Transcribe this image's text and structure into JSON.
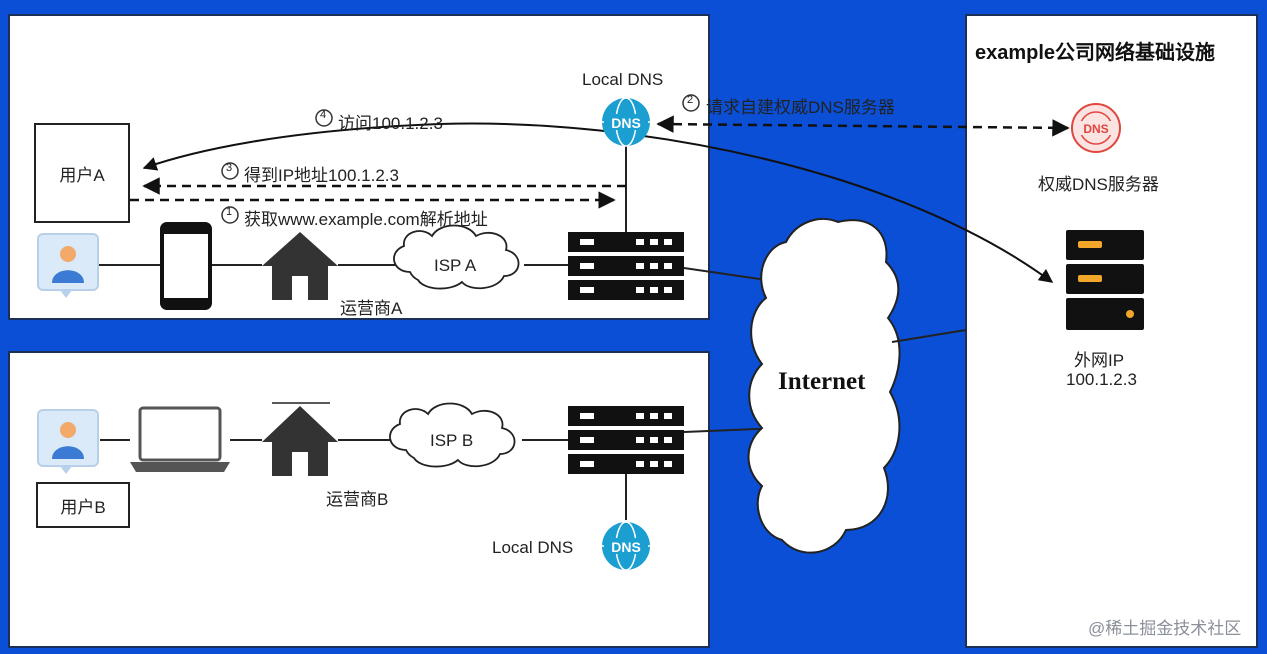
{
  "company": {
    "title": "example公司网络基础设施"
  },
  "authoritative_dns": {
    "label": "权威DNS服务器",
    "icon_text": "DNS"
  },
  "web_server": {
    "label_line1": "外网IP",
    "label_line2": "100.1.2.3"
  },
  "internet": {
    "label": "Internet"
  },
  "user_a": {
    "box_label": "用户A",
    "isp_label": "运营商A",
    "cloud_label": "ISP A",
    "local_dns_label": "Local DNS",
    "local_dns_icon_text": "DNS"
  },
  "user_b": {
    "box_label": "用户B",
    "isp_label": "运营商B",
    "cloud_label": "ISP B",
    "local_dns_label": "Local DNS",
    "local_dns_icon_text": "DNS"
  },
  "steps": {
    "step1": {
      "num": "1",
      "text": "获取www.example.com解析地址"
    },
    "step2": {
      "num": "2",
      "text": "请求自建权威DNS服务器"
    },
    "step3": {
      "num": "3",
      "text": "得到IP地址100.1.2.3"
    },
    "step4": {
      "num": "4",
      "text": "访问100.1.2.3"
    }
  },
  "watermark": "@稀土掘金技术社区",
  "colors": {
    "background": "#0a4fd6",
    "dns_teal": "#1b9fd0",
    "auth_dns_red": "#e0463f",
    "server_black": "#111111",
    "server_amber": "#f2a72b"
  }
}
